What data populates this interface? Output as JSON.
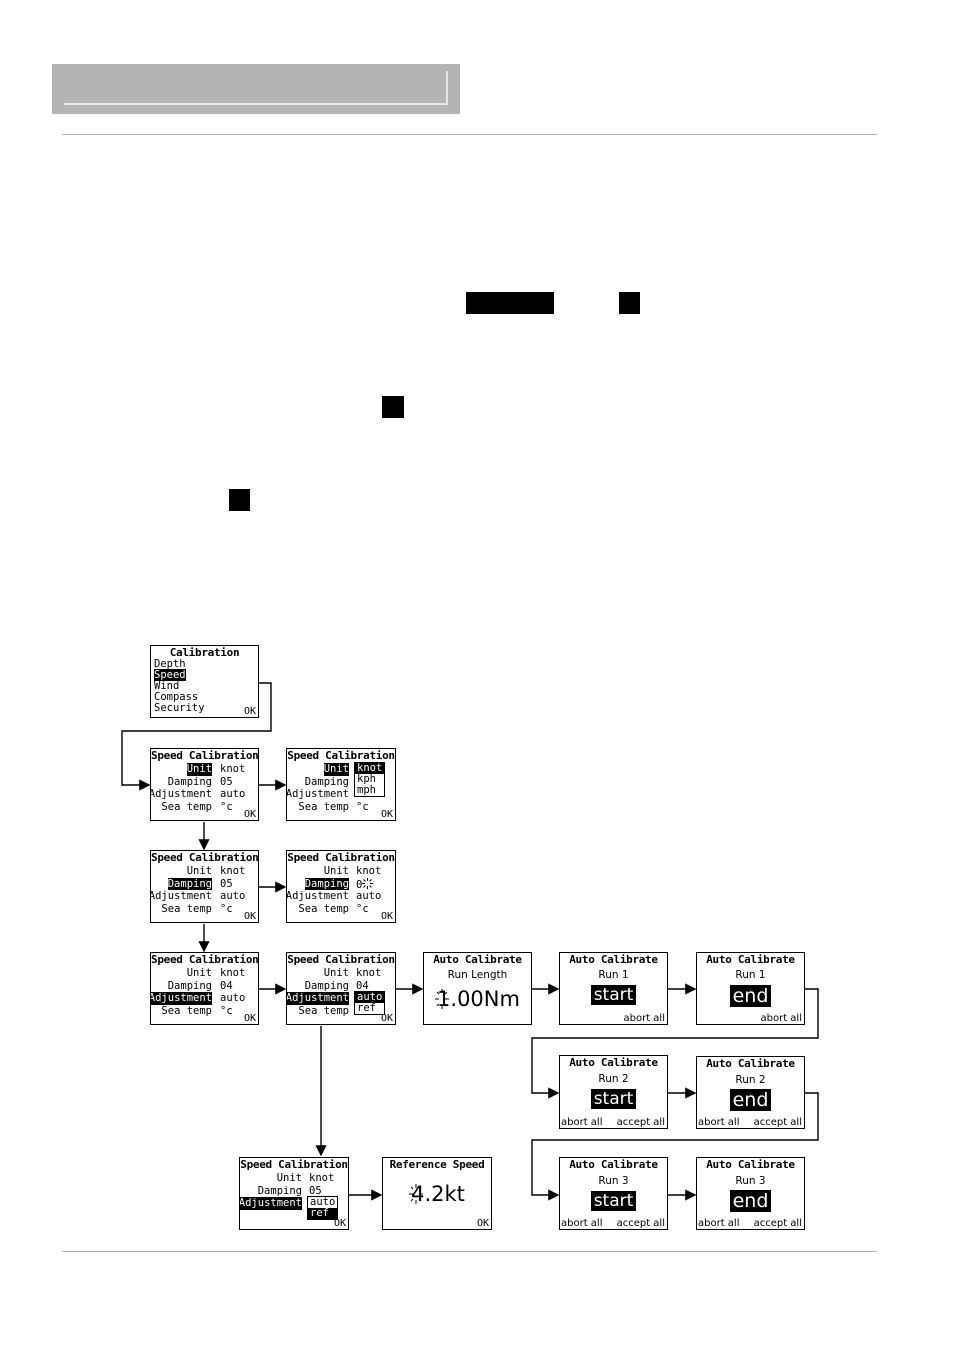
{
  "calibration": {
    "title": "Calibration",
    "items": [
      "Depth",
      "Speed",
      "Wind",
      "Compass",
      "Security"
    ],
    "ok": "OK"
  },
  "speed_cal": {
    "title": "Speed Calibration",
    "labels": {
      "unit": "Unit",
      "damping": "Damping",
      "adjustment": "Adjustment",
      "sea_temp": "Sea temp"
    },
    "values": {
      "unit": "knot",
      "damping": "05",
      "damping_alt": "04",
      "adjustment": "auto",
      "sea_temp": "°c"
    },
    "unit_options": [
      "knot",
      "kph",
      "mph"
    ],
    "adjust_options": [
      "auto",
      "ref"
    ],
    "damping_blink": "0",
    "ok": "OK"
  },
  "auto_cal": {
    "title": "Auto Calibrate",
    "run_length_label": "Run Length",
    "run_length_value": "1.00Nm",
    "run1": "Run  1",
    "run2": "Run 2",
    "run3": "Run 3",
    "start": "start",
    "end": "end",
    "abort_all": "abort all",
    "accept_all": "accept all"
  },
  "reference": {
    "title": "Reference Speed",
    "value": "4.2kt",
    "ok": "OK"
  },
  "colors": {
    "header_gray": "#b4b4b4",
    "rule_gray": "#b0b0b0"
  }
}
